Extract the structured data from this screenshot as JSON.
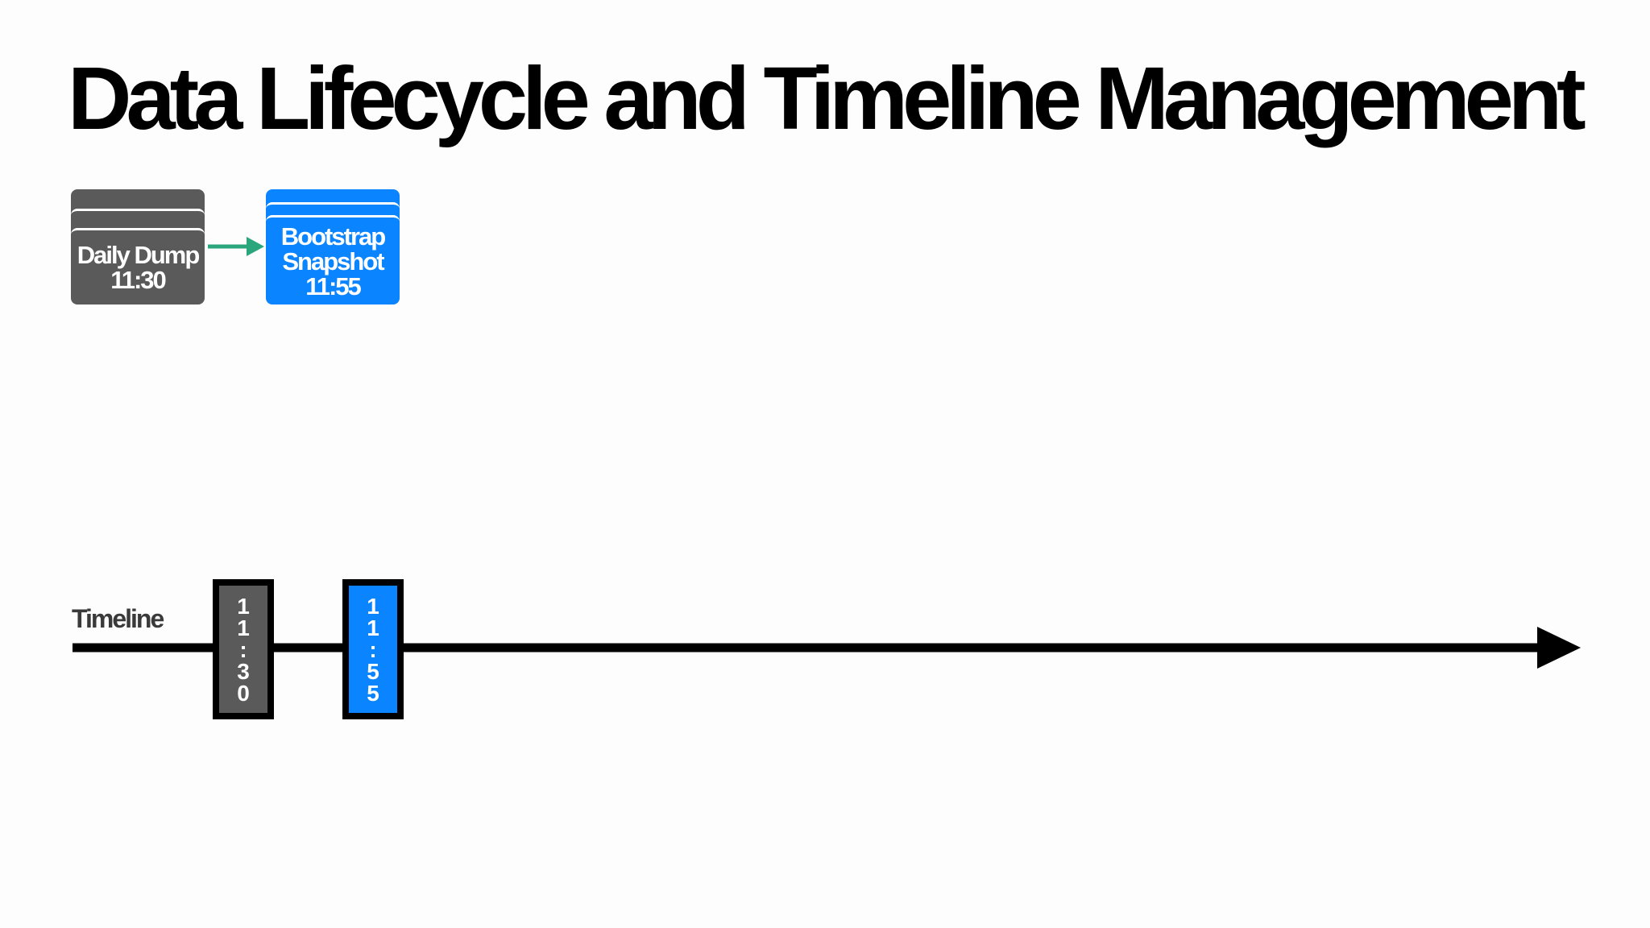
{
  "title": "Data Lifecycle and Timeline Management",
  "daily_dump": {
    "line1": "Daily Dump",
    "line2": "11:30"
  },
  "bootstrap": {
    "line1": "Bootstrap",
    "line2": "Snapshot",
    "line3": "11:55"
  },
  "timeline": {
    "label": "Timeline",
    "markers": [
      {
        "text": "11:30",
        "color": "#5a5a5a"
      },
      {
        "text": "11:55",
        "color": "#0a84ff"
      }
    ]
  },
  "colors": {
    "gray": "#5a5a5a",
    "blue": "#0a84ff",
    "arrow": "#2aa67c"
  }
}
